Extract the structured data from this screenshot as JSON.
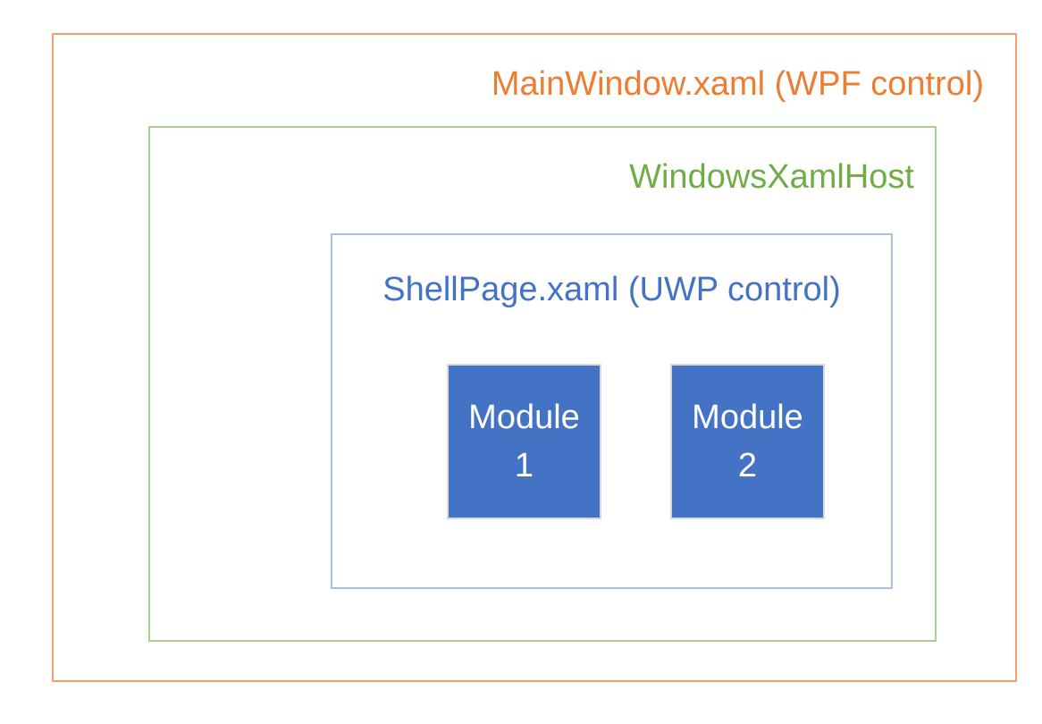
{
  "diagram": {
    "wpf_window": {
      "label": "MainWindow.xaml (WPF control)"
    },
    "xaml_host": {
      "label": "WindowsXamlHost"
    },
    "uwp_page": {
      "label": "ShellPage.xaml (UWP control)"
    },
    "modules": [
      {
        "lines": [
          "Module",
          "1"
        ]
      },
      {
        "lines": [
          "Module",
          "2"
        ]
      }
    ]
  },
  "colors": {
    "wpf_text": "#ED7D31",
    "wpf_border": "#F2A16C",
    "host_text": "#70AD47",
    "host_border": "#A9D18E",
    "uwp_text": "#4472C4",
    "uwp_border": "#A6C1E3",
    "module_fill": "#4472C4",
    "module_border": "#D9D9D9",
    "module_text": "#FFFFFF"
  }
}
